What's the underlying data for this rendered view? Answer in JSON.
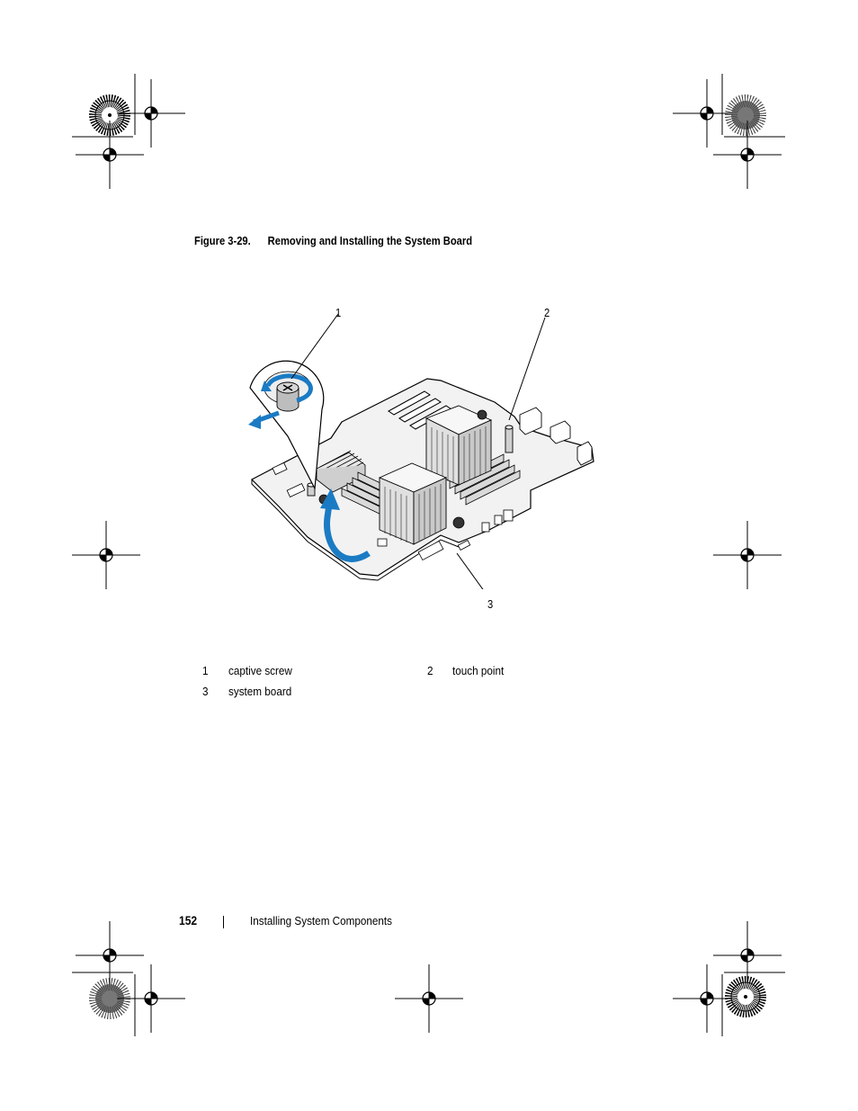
{
  "figure": {
    "label": "Figure 3-29.",
    "title": "Removing and Installing the System Board",
    "callouts": [
      "1",
      "2",
      "3"
    ]
  },
  "legend": [
    {
      "num": "1",
      "text": "captive screw"
    },
    {
      "num": "2",
      "text": "touch point"
    },
    {
      "num": "3",
      "text": "system board"
    }
  ],
  "footer": {
    "page_number": "152",
    "section_title": "Installing System Components"
  },
  "colors": {
    "arrow": "#1a7bc4",
    "line": "#000000",
    "board_fill": "#f2f2f2"
  }
}
